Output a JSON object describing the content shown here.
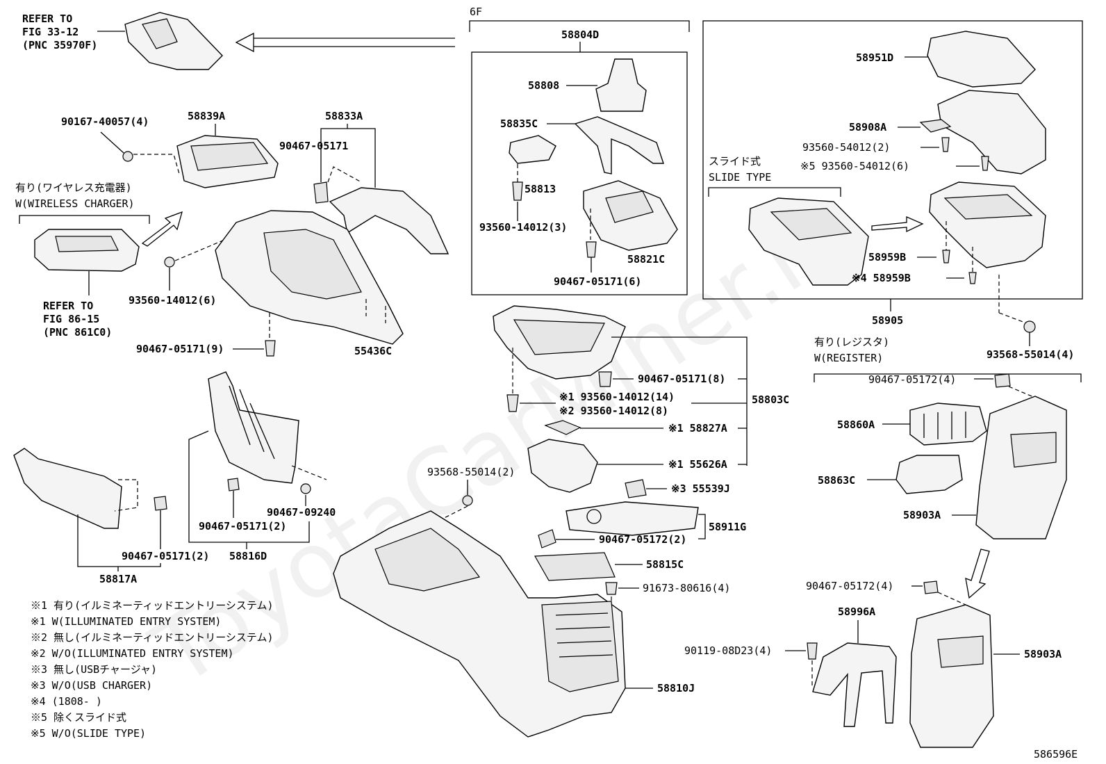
{
  "diagram": {
    "figure_id": "586596E",
    "watermark": "ToyotaCarMiner.ru",
    "refer_top": [
      "REFER TO",
      "FIG 33-12",
      "(PNC 35970F)"
    ],
    "refer_charger": [
      "REFER TO",
      "FIG 86-15",
      "(PNC 861C0)"
    ],
    "wireless_jp": "有り(ワイヤレス充電器)",
    "wireless_en": "W(WIRELESS CHARGER)",
    "slide_jp": "スライド式",
    "slide_en": "SLIDE TYPE",
    "register_jp": "有り(レジスタ)",
    "register_en": "W(REGISTER)",
    "group_6f": "6F",
    "labels": {
      "p58804D": "58804D",
      "p58808": "58808",
      "p58835C": "58835C",
      "p58813": "58813",
      "p93560_14012_3": "93560-14012(3)",
      "p58821C": "58821C",
      "p90467_05171_6": "90467-05171(6)",
      "p90167_40057_4": "90167-40057(4)",
      "p58839A": "58839A",
      "p58833A": "58833A",
      "p90467_05171": "90467-05171",
      "p93560_14012_6": "93560-14012(6)",
      "p90467_05171_9": "90467-05171(9)",
      "p55436C": "55436C",
      "p58951D": "58951D",
      "p58908A": "58908A",
      "p93560_54012_2": "93560-54012(2)",
      "p93560_54012_6": "※5 93560-54012(6)",
      "p58959B": "58959B",
      "p58959B_4": "※4 58959B",
      "p58905": "58905",
      "p93568_55014_4": "93568-55014(4)",
      "p90467_05171_8": "90467-05171(8)",
      "p93560_14012_14": "※1 93560-14012(14)",
      "p93560_14012_8": "※2 93560-14012(8)",
      "p58803C": "58803C",
      "p58827A": "※1 58827A",
      "p55626A": "※1 55626A",
      "p93568_55014_2": "93568-55014(2)",
      "p55539J": "※3 55539J",
      "p58911G": "58911G",
      "p90467_05172_2": "90467-05172(2)",
      "p58815C": "58815C",
      "p91673_80616_4": "91673-80616(4)",
      "p58810J": "58810J",
      "p90467_09240": "90467-09240",
      "p90467_05171_2a": "90467-05171(2)",
      "p58816D": "58816D",
      "p90467_05171_2b": "90467-05171(2)",
      "p58817A": "58817A",
      "p90467_05172_4a": "90467-05172(4)",
      "p58860A": "58860A",
      "p58863C": "58863C",
      "p58903A_a": "58903A",
      "p90467_05172_4b": "90467-05172(4)",
      "p58996A": "58996A",
      "p90119_08D23_4": "90119-08D23(4)",
      "p58903A_b": "58903A"
    },
    "notes": [
      "※1 有り(イルミネーティッドエントリーシステム)",
      "※1 W(ILLUMINATED ENTRY SYSTEM)",
      "※2 無し(イルミネーティッドエントリーシステム)",
      "※2 W/O(ILLUMINATED ENTRY SYSTEM)",
      "※3 無し(USBチャージャ)",
      "※3 W/O(USB CHARGER)",
      "※4 (1808-     )",
      "※5 除くスライド式",
      "※5 W/O(SLIDE TYPE)"
    ]
  }
}
